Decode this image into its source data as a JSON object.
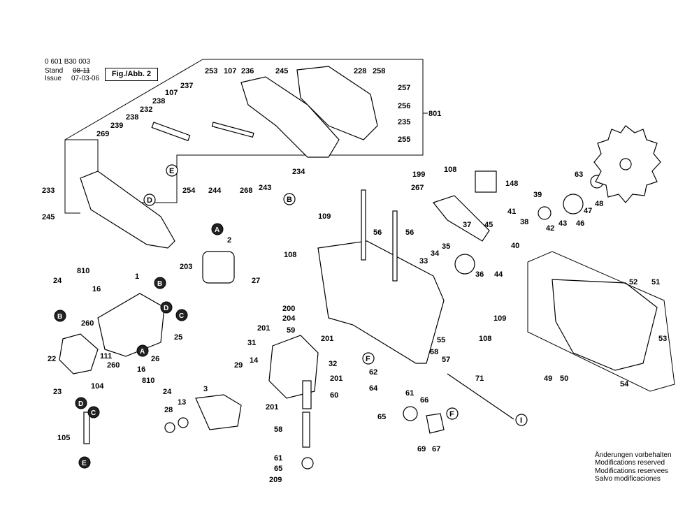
{
  "header": {
    "part_number": "0 601 B30 003",
    "stand_label": "Stand",
    "stand_value": "08-11",
    "issue_label": "Issue",
    "issue_value": "07-03-06",
    "figure_label": "Fig./Abb. 2"
  },
  "footer_notes": [
    "Änderungen vorbehalten",
    "Modifications reserved",
    "Modifications reservees",
    "Salvo modificaciones"
  ],
  "callouts": [
    "A",
    "B",
    "C",
    "D",
    "E",
    "F",
    "I"
  ],
  "part_labels": {
    "guard_assembly": [
      "253",
      "107",
      "236",
      "245",
      "228",
      "258",
      "257",
      "256",
      "235",
      "255",
      "801",
      "237",
      "107",
      "238",
      "232",
      "238",
      "239",
      "269",
      "233",
      "245",
      "234",
      "254",
      "244",
      "268",
      "243"
    ],
    "riving_knife": [
      "199",
      "108",
      "267",
      "148",
      "63",
      "41",
      "39",
      "38",
      "42",
      "43",
      "46",
      "47",
      "48",
      "37",
      "45",
      "40",
      "34",
      "35",
      "33",
      "36",
      "44"
    ],
    "frame": [
      "109",
      "108",
      "56",
      "56",
      "109",
      "108",
      "200",
      "204",
      "59",
      "201",
      "201",
      "31",
      "14",
      "29",
      "32",
      "201",
      "201",
      "62",
      "64",
      "68",
      "57",
      "55",
      "71",
      "60",
      "58",
      "61",
      "65",
      "209",
      "61",
      "66",
      "65",
      "69",
      "67"
    ],
    "motor": [
      "810",
      "24",
      "16",
      "1",
      "2",
      "203",
      "27",
      "260",
      "25",
      "22",
      "111",
      "26",
      "260",
      "16",
      "810",
      "24",
      "23",
      "104",
      "105",
      "3",
      "13",
      "28"
    ],
    "saw_guard": [
      "52",
      "51",
      "53",
      "49",
      "50",
      "54"
    ]
  }
}
